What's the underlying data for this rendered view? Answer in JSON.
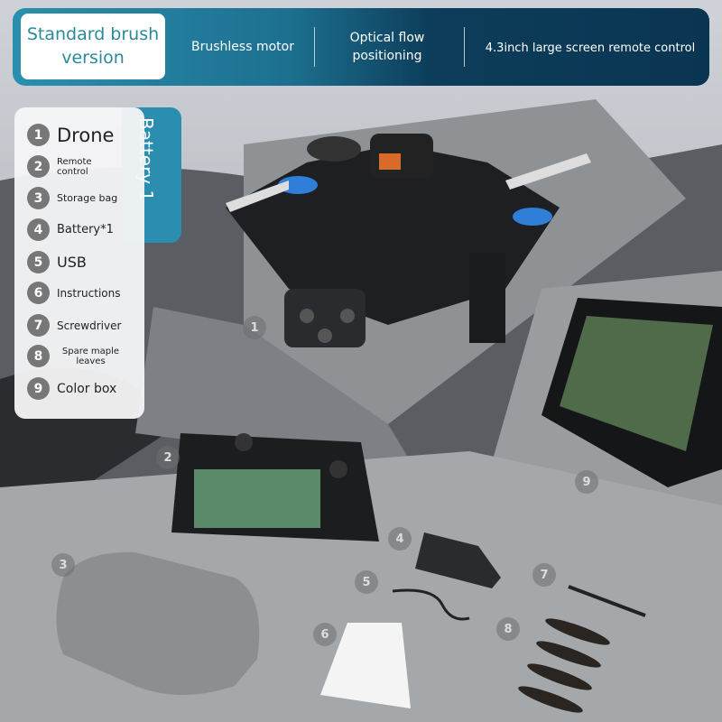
{
  "banner": {
    "version": "Standard brush version",
    "features": [
      "Brushless motor",
      "Optical flow positioning",
      "4.3inch large screen remote control"
    ]
  },
  "battery_tab": "Battery 1",
  "items": [
    {
      "n": "1",
      "label": "Drone"
    },
    {
      "n": "2",
      "label": "Remote control"
    },
    {
      "n": "3",
      "label": "Storage bag"
    },
    {
      "n": "4",
      "label": "Battery*1"
    },
    {
      "n": "5",
      "label": "USB"
    },
    {
      "n": "6",
      "label": "Instructions"
    },
    {
      "n": "7",
      "label": "Screwdriver"
    },
    {
      "n": "8",
      "label": "Spare maple leaves"
    },
    {
      "n": "9",
      "label": "Color box"
    }
  ],
  "markers": [
    "1",
    "2",
    "3",
    "4",
    "5",
    "6",
    "7",
    "8",
    "9"
  ],
  "colors": {
    "accent": "#2b8db0",
    "banner_dark": "#0a3552"
  }
}
